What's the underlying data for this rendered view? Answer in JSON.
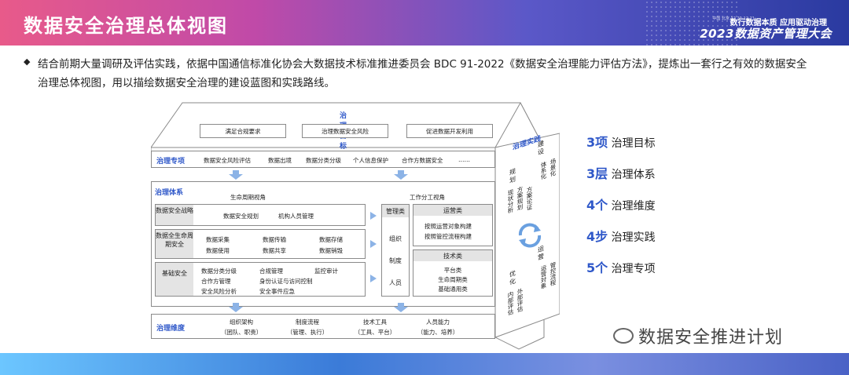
{
  "header": {
    "title": "数据安全治理总体视图",
    "event_small": "中国 北京 12.20-12.21",
    "event_line1": "数行数据本质 应用驱动治理",
    "event_line2": "2023数据资产管理大会"
  },
  "intro": "结合前期大量调研及评估实践，依据中国通信标准化协会大数据技术标准推进委员会 BDC 91-2022《数据安全治理能力评估方法》，提炼出一套行之有效的数据安全治理总体视图，用以描绘数据安全治理的建设蓝图和实践路线。",
  "diagram": {
    "goal": {
      "title": "治理目标",
      "items": [
        "满足合规要求",
        "治理数据安全风险",
        "促进数据开发利用"
      ]
    },
    "topics": {
      "title": "治理专项",
      "items": [
        "数据安全风险评估",
        "数据出境",
        "数据分类分级",
        "个人信息保护",
        "合作方数据安全",
        "……"
      ]
    },
    "system": {
      "title": "治理体系",
      "lifecycle_title": "生命周期视角",
      "division_title": "工作分工视角",
      "rows": [
        {
          "label": "数据安全战略",
          "items": [
            "数据安全规划",
            "机构人员管理"
          ]
        },
        {
          "label": "数据全生命周期安全",
          "items": [
            "数据采集",
            "数据传输",
            "数据存储",
            "数据使用",
            "数据共享",
            "数据销毁"
          ]
        },
        {
          "label": "基础安全",
          "items": [
            "数据分类分级",
            "合规管理",
            "监控审计",
            "合作方管理",
            "身份认证与访问控制",
            "安全风险分析",
            "安全事件应急"
          ]
        }
      ],
      "mgmt": {
        "title": "管理类",
        "items": [
          "组织",
          "制度",
          "人员"
        ]
      },
      "ops": {
        "title": "运营类",
        "items": [
          "按照运营对象构建",
          "按照管控流程构建"
        ]
      },
      "tech": {
        "title": "技术类",
        "items": [
          "平台类",
          "生命周期类",
          "基础通用类"
        ]
      }
    },
    "dimension": {
      "title": "治理维度",
      "items": [
        {
          "name": "组织架构",
          "sub": "（团队、职责）"
        },
        {
          "name": "制度流程",
          "sub": "（管理、执行）"
        },
        {
          "name": "技术工具",
          "sub": "（工具、平台）"
        },
        {
          "name": "人员能力",
          "sub": "（能力、培养）"
        }
      ]
    },
    "practice": {
      "title": "治理实践",
      "plan": "规划",
      "plan_items": [
        "现状分析",
        "方案规划",
        "方案论证"
      ],
      "build": "建设",
      "build_items": [
        "体系化",
        "场景化"
      ],
      "optimize": "优化",
      "optimize_items": [
        "内部评估",
        "外部评估"
      ],
      "operate": "运营",
      "operate_items": [
        "运营対象",
        "管控流程"
      ]
    }
  },
  "legend": [
    {
      "num": "3项",
      "text": "治理目标"
    },
    {
      "num": "3层",
      "text": "治理体系"
    },
    {
      "num": "4个",
      "text": "治理维度"
    },
    {
      "num": "4步",
      "text": "治理实践"
    },
    {
      "num": "5个",
      "text": "治理专项"
    }
  ],
  "watermark": "数据安全推进计划",
  "colors": {
    "accent": "#2f58c9",
    "arrow": "#8cb3e6"
  }
}
